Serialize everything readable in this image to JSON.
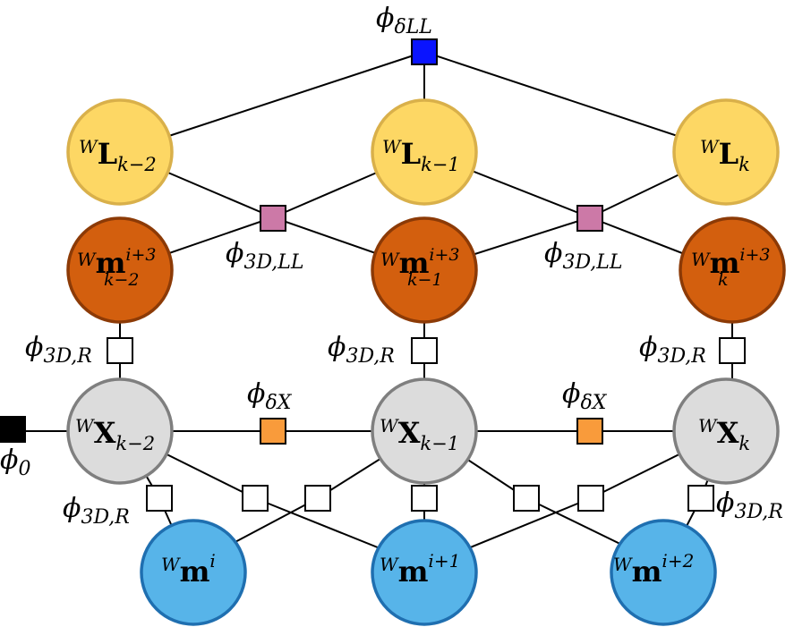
{
  "factors": {
    "delta_ll": {
      "phi": "ϕ",
      "sub": "δLL"
    },
    "ll_left": {
      "phi": "ϕ",
      "sub": "3D,LL"
    },
    "ll_right": {
      "phi": "ϕ",
      "sub": "3D,LL"
    },
    "r_left": {
      "phi": "ϕ",
      "sub": "3D,R"
    },
    "r_mid": {
      "phi": "ϕ",
      "sub": "3D,R"
    },
    "r_right": {
      "phi": "ϕ",
      "sub": "3D,R"
    },
    "r_bottom_left": {
      "phi": "ϕ",
      "sub": "3D,R"
    },
    "r_bottom_right": {
      "phi": "ϕ",
      "sub": "3D,R"
    },
    "dx_left": {
      "phi": "ϕ",
      "sub": "δX"
    },
    "dx_right": {
      "phi": "ϕ",
      "sub": "δX"
    },
    "prior": {
      "phi": "ϕ",
      "sub": "0"
    }
  },
  "nodes": {
    "L_km2": {
      "pre": "W",
      "sym": "L",
      "sub": "k−2",
      "sup": ""
    },
    "L_km1": {
      "pre": "W",
      "sym": "L",
      "sub": "k−1",
      "sup": ""
    },
    "L_k": {
      "pre": "W",
      "sym": "L",
      "sub": "k",
      "sup": ""
    },
    "M_km2": {
      "pre": "W",
      "sym": "m",
      "sub": "k−2",
      "sup": "i+3"
    },
    "M_km1": {
      "pre": "W",
      "sym": "m",
      "sub": "k−1",
      "sup": "i+3"
    },
    "M_k": {
      "pre": "W",
      "sym": "m",
      "sub": "k",
      "sup": "i+3"
    },
    "X_km2": {
      "pre": "W",
      "sym": "X",
      "sub": "k−2",
      "sup": ""
    },
    "X_km1": {
      "pre": "W",
      "sym": "X",
      "sub": "k−1",
      "sup": ""
    },
    "X_k": {
      "pre": "W",
      "sym": "X",
      "sub": "k",
      "sup": ""
    },
    "P_i": {
      "pre": "W",
      "sym": "m",
      "sub": "",
      "sup": "i"
    },
    "P_i1": {
      "pre": "W",
      "sym": "m",
      "sub": "",
      "sup": "i+1"
    },
    "P_i2": {
      "pre": "W",
      "sym": "m",
      "sub": "",
      "sup": "i+2"
    }
  },
  "colors": {
    "line": "#000000",
    "L_fill": "#fdd764",
    "L_stroke": "#d9b04a",
    "M_fill": "#d35f0e",
    "M_stroke": "#8c3a06",
    "X_fill": "#dcdcdc",
    "X_stroke": "#7f7f7f",
    "P_fill": "#57b4e9",
    "P_stroke": "#1f6fb0",
    "delta_ll": "#0a14ff",
    "ll_factor": "#cc79a7",
    "dx_factor": "#f99b3b",
    "r_factor": "#ffffff",
    "prior": "#000000"
  }
}
